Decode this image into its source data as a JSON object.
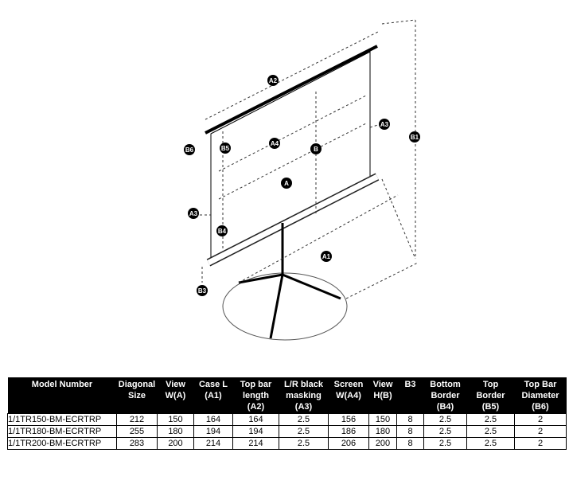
{
  "diagram": {
    "labels": [
      "A2",
      "A3",
      "B1",
      "B6",
      "B5",
      "A4",
      "B",
      "A",
      "A3",
      "B4",
      "A1",
      "B3"
    ]
  },
  "table": {
    "headers": [
      [
        "Model Number"
      ],
      [
        "Diagonal",
        "Size"
      ],
      [
        "View",
        "W(A)"
      ],
      [
        "Case L",
        "(A1)"
      ],
      [
        "Top bar",
        "length",
        "(A2)"
      ],
      [
        "L/R black",
        "masking",
        "(A3)"
      ],
      [
        "Screen",
        "W(A4)"
      ],
      [
        "View",
        "H(B)"
      ],
      [
        "B3"
      ],
      [
        "Bottom",
        "Border",
        "(B4)"
      ],
      [
        "Top",
        "Border",
        "(B5)"
      ],
      [
        "Top Bar",
        "Diameter",
        "(B6)"
      ]
    ],
    "rows": [
      [
        "1/1TR150-BM-ECRTRP",
        "212",
        "150",
        "164",
        "164",
        "2.5",
        "156",
        "150",
        "8",
        "2.5",
        "2.5",
        "2"
      ],
      [
        "1/1TR180-BM-ECRTRP",
        "255",
        "180",
        "194",
        "194",
        "2.5",
        "186",
        "180",
        "8",
        "2.5",
        "2.5",
        "2"
      ],
      [
        "1/1TR200-BM-ECRTRP",
        "283",
        "200",
        "214",
        "214",
        "2.5",
        "206",
        "200",
        "8",
        "2.5",
        "2.5",
        "2"
      ]
    ]
  }
}
